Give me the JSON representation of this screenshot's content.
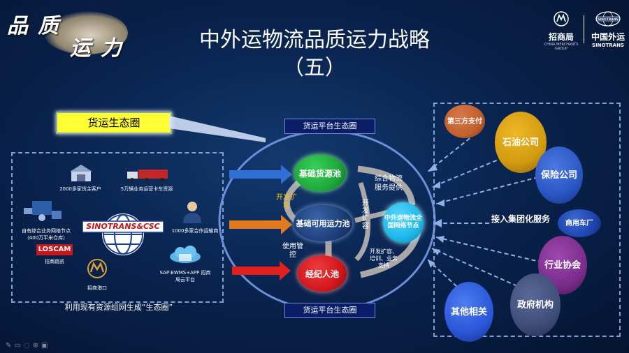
{
  "header": {
    "logo_chars": [
      "品",
      "质",
      "运",
      "力"
    ],
    "title": "中外运物流品质运力战略",
    "subtitle": "（五）",
    "brand_left": {
      "name": "招商局",
      "sub": "CHINA MERCHANTS GROUP"
    },
    "brand_right": {
      "name": "中国外运",
      "sub": "SINOTRANS",
      "badge": "SINOTRANS"
    }
  },
  "left_panel": {
    "label": "货运生态圈",
    "items": {
      "warehouse": "2000多家货主客户",
      "truck": "5万辆业务运营卡车资源",
      "network": "自有综合业务网络节点（400万平米仓库）",
      "center_logo": "SINOTRANS&CSC",
      "partner": "1000多家合作运输商",
      "loscam": "LOSCAM",
      "loscam_caption": "招商路凯",
      "port_caption": "招商港口",
      "cloud": "SAP:EWMS+APP 招商局云平台"
    },
    "caption": "利用现有资源组网生成“生态圈”"
  },
  "ecosystem": {
    "top_tag": "货运平台生态圈",
    "bottom_tag": "货运平台生态圈",
    "pools": {
      "basic": "基础货源池",
      "capacity": "基础可用运力池",
      "broker": "经纪人池",
      "hub": "中外运物流全国网络节点"
    },
    "arrow_labels": {
      "develop_expand": "开发扩容",
      "use_control": "使用管控",
      "develop_expand2": "开发扩容",
      "service": "综合物流服务提供",
      "support": "开发扩容、培训、业务支持"
    }
  },
  "right_panel": {
    "center_text": "接入集团化服务",
    "bubbles": {
      "third_party": "第三方支付",
      "oil": "石油公司",
      "insurance": "保险公司",
      "oem": "商用车厂",
      "industry": "行业协会",
      "gov": "政府机构",
      "other": "其他相关"
    }
  },
  "colors": {
    "green": "#1fa83a",
    "navy": "#1c3f78",
    "red": "#d2171c",
    "cyan": "#1db8e8",
    "orange": "#c0602e",
    "gold": "#d19a10",
    "blue": "#2a56c4",
    "purple": "#7a2d8a",
    "slate": "#3f4d78"
  }
}
